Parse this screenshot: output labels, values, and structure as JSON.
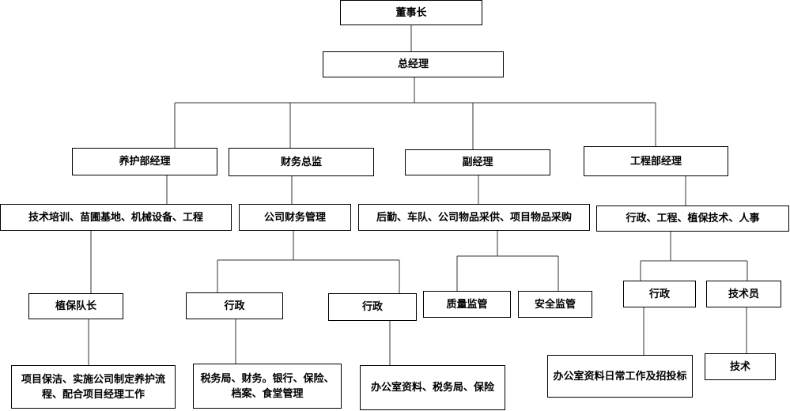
{
  "org": {
    "chairman": "董事长",
    "gm": "总经理",
    "maint_mgr": "养护部经理",
    "cfo": "财务总监",
    "vice_mgr": "副经理",
    "eng_mgr": "工程部经理",
    "maint_duties": "技术培训、苗圃基地、机械设备、工程",
    "finance_mgmt": "公司财务管理",
    "vice_duties": "后勤、车队、公司物品采供、项目物品采购",
    "eng_duties": "行政、工程、植保技术、人事",
    "plant_captain": "植保队长",
    "admin_1": "行政",
    "admin_2": "行政",
    "quality": "质量监管",
    "safety": "安全监管",
    "admin_3": "行政",
    "technician": "技术员",
    "captain_duties": "项目保洁、实施公司制定养护流程、配合项目经理工作",
    "admin1_duties": "税务局、财务。银行、保险、档案、食堂管理",
    "admin2_duties": "办公室资料、税务局、保险",
    "admin3_duties": "办公室资料日常工作及招投标",
    "tech_duties": "技术"
  }
}
